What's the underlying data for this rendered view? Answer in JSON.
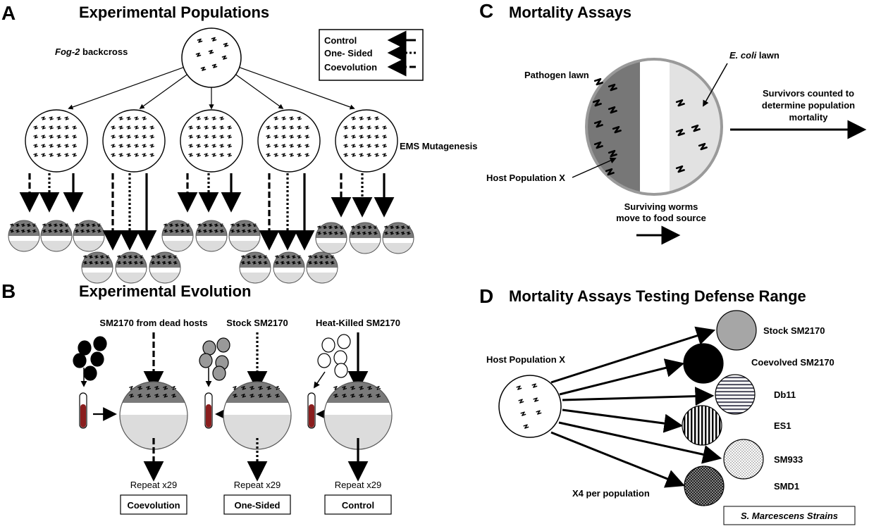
{
  "panelA": {
    "letter": "A",
    "title": "Experimental Populations",
    "fog_label_italic": "Fog-2",
    "fog_label_rest": " backcross",
    "ems_label": "EMS Mutagenesis",
    "legend": {
      "control": "Control",
      "one_sided": "One- Sided",
      "coevolution": "Coevolution"
    }
  },
  "panelB": {
    "letter": "B",
    "title": "Experimental Evolution",
    "columns": [
      {
        "source": "SM2170  from dead hosts",
        "repeat": "Repeat x29",
        "name": "Coevolution",
        "cell_color": "#000000"
      },
      {
        "source": "Stock SM2170",
        "repeat": "Repeat x29",
        "name": "One-Sided",
        "cell_color": "#999999"
      },
      {
        "source": "Heat-Killed SM2170",
        "repeat": "Repeat x29",
        "name": "Control",
        "cell_color": "#ffffff"
      }
    ]
  },
  "panelC": {
    "letter": "C",
    "title": "Mortality Assays",
    "pathogen_lawn": "Pathogen lawn",
    "ecoli_italic": "E. coli",
    "ecoli_rest": " lawn",
    "host_pop": "Host Population X",
    "surviving_1": "Surviving  worms",
    "surviving_2": "move to food source",
    "survivors_1": "Survivors counted to",
    "survivors_2": "determine population",
    "survivors_3": "mortality"
  },
  "panelD": {
    "letter": "D",
    "title": "Mortality Assays Testing Defense Range",
    "host_pop": "Host Population X",
    "replicates": "X4 per population",
    "strains_label": "S. Marcescens Strains",
    "strains": [
      {
        "name": "Stock SM2170",
        "fill": "gray"
      },
      {
        "name": "Coevolved SM2170",
        "fill": "black"
      },
      {
        "name": "Db11",
        "fill": "horizontal-stripes"
      },
      {
        "name": "ES1",
        "fill": "vertical-stripes"
      },
      {
        "name": "SM933",
        "fill": "light-dots"
      },
      {
        "name": "SMD1",
        "fill": "dark-dots"
      }
    ]
  }
}
